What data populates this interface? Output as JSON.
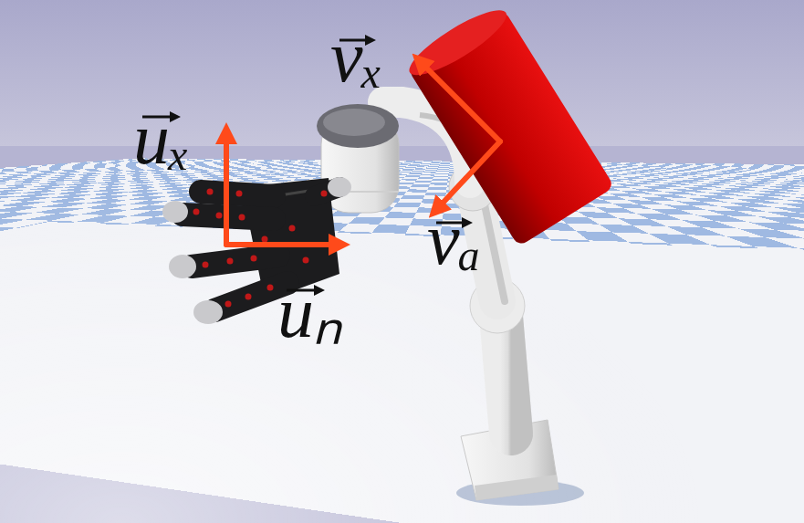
{
  "diagram": {
    "labels": [
      "vₓ",
      "uₓ",
      "vₐ",
      "uₙ"
    ]
  }
}
